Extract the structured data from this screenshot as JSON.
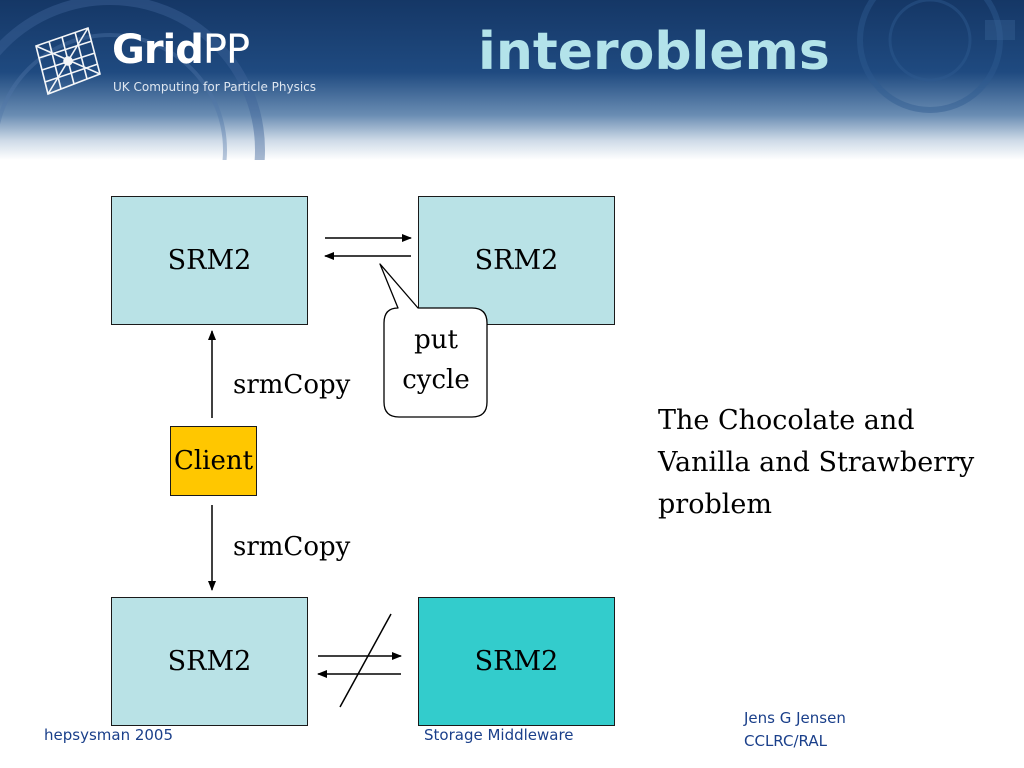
{
  "header": {
    "logo_text_bold": "Grid",
    "logo_text_light": "PP",
    "logo_subtitle": "UK Computing for Particle Physics",
    "title": "interoblems"
  },
  "diagram": {
    "srm_top_left": "SRM2",
    "srm_top_right": "SRM2",
    "srm_bottom_left": "SRM2",
    "srm_bottom_right": "SRM2",
    "client": "Client",
    "copy_up_label": "srmCopy",
    "copy_down_label": "srmCopy",
    "callout_line1": "put",
    "callout_line2": "cycle",
    "colors": {
      "srm_box": "#b9e2e6",
      "srm_box_highlight": "#33cccc",
      "client_box": "#ffc700"
    }
  },
  "problem_text": "The Chocolate and Vanilla and Strawberry problem",
  "footer": {
    "left": "hepsysman 2005",
    "center": "Storage Middleware",
    "right_line1": "Jens G Jensen",
    "right_line2": "CCLRC/RAL"
  }
}
